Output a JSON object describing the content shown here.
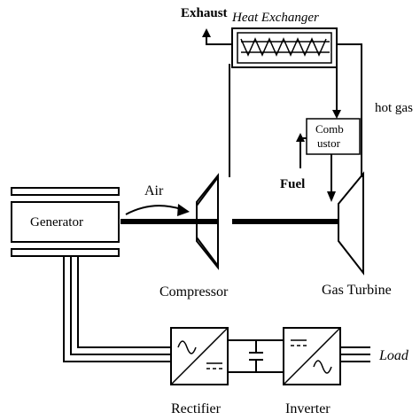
{
  "labels": {
    "exhaust": "Exhaust",
    "heat_exchanger": "Heat Exchanger",
    "hot_gas": "hot gas",
    "combustor_line1": "Comb",
    "combustor_line2": "ustor",
    "fuel": "Fuel",
    "air": "Air",
    "generator": "Generator",
    "compressor": "Compressor",
    "gas_turbine": "Gas Turbine",
    "rectifier": "Rectifier",
    "inverter": "Inverter",
    "load": "Load"
  }
}
